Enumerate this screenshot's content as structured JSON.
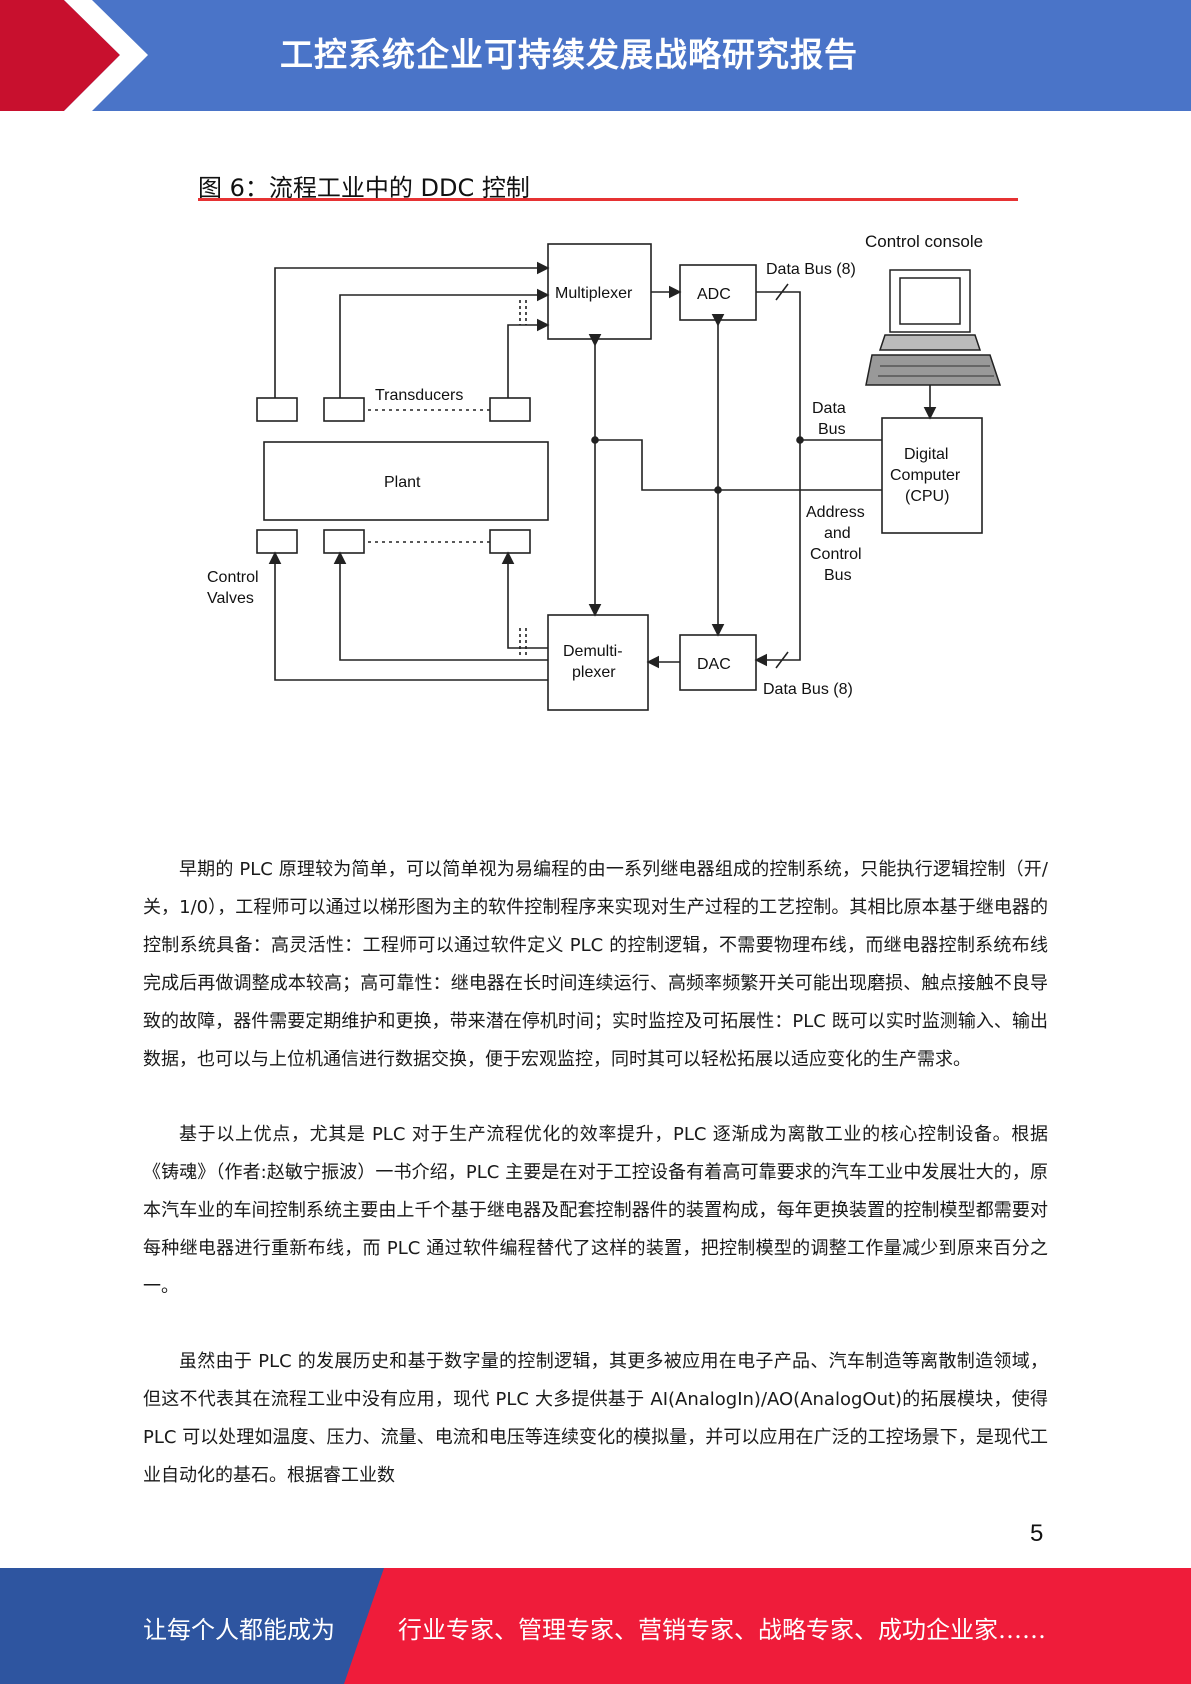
{
  "header": {
    "title": "工控系统企业可持续发展战略研究报告"
  },
  "colors": {
    "header_blue": "#4A74C8",
    "accent_red": "#C8102E",
    "footer_blue": "#2E55A0",
    "footer_red": "#EF1C3A",
    "rule_red": "#E63233"
  },
  "figure": {
    "title": "图 6：流程工业中的 DDC 控制",
    "labels": {
      "control_console": "Control console",
      "multiplexer": "Multiplexer",
      "adc": "ADC",
      "data_bus_top": "Data Bus (8)",
      "transducers": "Transducers",
      "plant": "Plant",
      "data_bus_right": [
        "Data",
        "Bus"
      ],
      "digital_computer": [
        "Digital",
        "Computer",
        "(CPU)"
      ],
      "address_bus": [
        "Address",
        "and",
        "Control",
        "Bus"
      ],
      "control_valves": [
        "Control",
        "Valves"
      ],
      "demultiplexer": [
        "Demulti-",
        "plexer"
      ],
      "dac": "DAC",
      "data_bus_bottom": "Data Bus (8)"
    }
  },
  "body": {
    "paragraphs": [
      "早期的 PLC 原理较为简单，可以简单视为易编程的由一系列继电器组成的控制系统，只能执行逻辑控制（开/关，1/0），工程师可以通过以梯形图为主的软件控制程序来实现对生产过程的工艺控制。其相比原本基于继电器的控制系统具备：高灵活性：工程师可以通过软件定义 PLC 的控制逻辑，不需要物理布线，而继电器控制系统布线完成后再做调整成本较高；高可靠性：继电器在长时间连续运行、高频率频繁开关可能出现磨损、触点接触不良导致的故障，器件需要定期维护和更换，带来潜在停机时间；实时监控及可拓展性：PLC 既可以实时监测输入、输出数据，也可以与上位机通信进行数据交换，便于宏观监控，同时其可以轻松拓展以适应变化的生产需求。",
      "基于以上优点，尤其是 PLC 对于生产流程优化的效率提升，PLC 逐渐成为离散工业的核心控制设备。根据《铸魂》（作者:赵敏宁振波）一书介绍，PLC 主要是在对于工控设备有着高可靠要求的汽车工业中发展壮大的，原本汽车业的车间控制系统主要由上千个基于继电器及配套控制器件的装置构成，每年更换装置的控制模型都需要对每种继电器进行重新布线，而 PLC 通过软件编程替代了这样的装置，把控制模型的调整工作量减少到原来百分之一。",
      "虽然由于 PLC 的发展历史和基于数字量的控制逻辑，其更多被应用在电子产品、汽车制造等离散制造领域，但这不代表其在流程工业中没有应用，现代 PLC 大多提供基于 AI(AnalogIn)/AO(AnalogOut)的拓展模块，使得 PLC 可以处理如温度、压力、流量、电流和电压等连续变化的模拟量，并可以应用在广泛的工控场景下，是现代工业自动化的基石。根据睿工业数"
    ]
  },
  "page_number": "5",
  "footer": {
    "left": "让每个人都能成为",
    "right": "行业专家、管理专家、营销专家、战略专家、成功企业家……"
  }
}
